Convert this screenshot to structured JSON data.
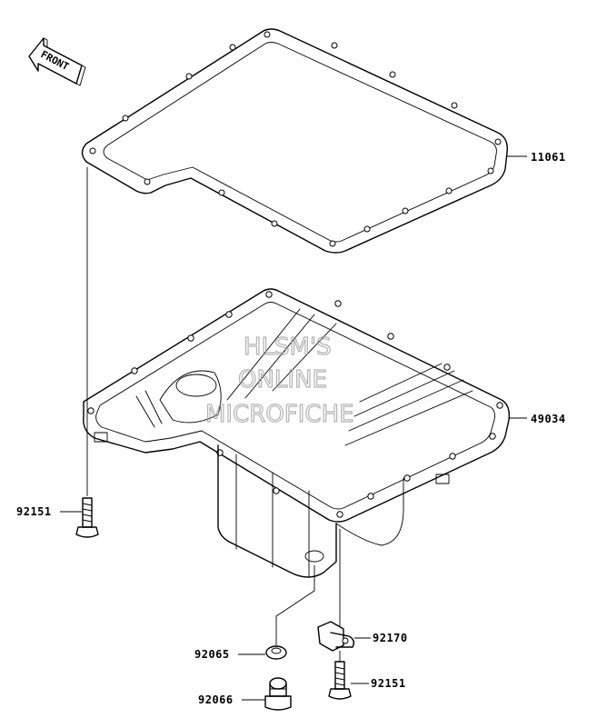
{
  "front_label": "FRONT",
  "watermark": {
    "line1": "HLSM'S",
    "line2": "ONLINE",
    "line3": "MICROFICHE"
  },
  "parts": {
    "gasket": "11061",
    "oil_pan": "49034",
    "bolt_left": "92151",
    "clamp": "92170",
    "washer": "92065",
    "drain_plug": "92066",
    "bolt_bottom": "92151"
  }
}
